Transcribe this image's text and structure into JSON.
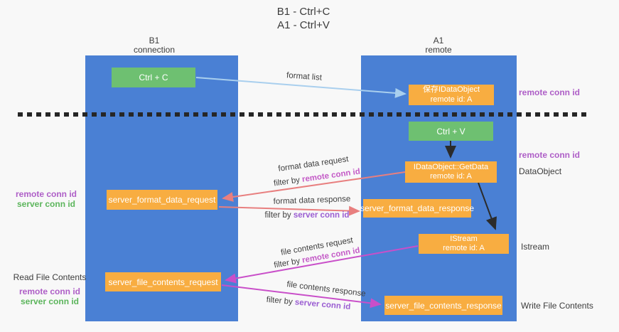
{
  "title": {
    "line1": "B1 - Ctrl+C",
    "line2": "A1 - Ctrl+V"
  },
  "lanes": {
    "left": {
      "title": "B1",
      "subtitle": "connection"
    },
    "right": {
      "title": "A1",
      "subtitle": "remote"
    }
  },
  "nodes": {
    "ctrl_c": {
      "label": "Ctrl + C"
    },
    "saved_dataobject": {
      "line1": "保存IDataObject",
      "line2": "remote id: A"
    },
    "ctrl_v": {
      "label": "Ctrl + V"
    },
    "getdata": {
      "line1": "IDataObject::GetData",
      "line2": "remote id: A"
    },
    "server_format_data_request": {
      "label": "server_format_data_request"
    },
    "server_format_data_response": {
      "label": "server_format_data_response"
    },
    "istream": {
      "line1": "IStream",
      "line2": "remote id: A"
    },
    "server_file_contents_request": {
      "label": "server_file_contents_request"
    },
    "server_file_contents_response": {
      "label": "server_file_contents_response"
    }
  },
  "edges": {
    "format_list": {
      "label": "format list"
    },
    "format_data_request": {
      "label": "format data request",
      "filter_prefix": "filter by ",
      "filter_id": "remote conn id"
    },
    "format_data_response": {
      "label": "format data response",
      "filter_prefix": "filter by ",
      "filter_id": "server conn id"
    },
    "file_contents_request": {
      "label": "file contents request",
      "filter_prefix": "filter by ",
      "filter_id": "remote conn id"
    },
    "file_contents_response": {
      "label": "file contents response",
      "filter_prefix": "filter by ",
      "filter_id": "server conn id"
    }
  },
  "annotations": {
    "right_remote_conn_id_top": "remote conn id",
    "right_remote_conn_id_mid": "remote conn id",
    "dataobject": "DataObject",
    "istream": "Istream",
    "write_file_contents": "Write File Contents",
    "left_remote_conn_id_1": "remote conn id",
    "left_server_conn_id_1": "server conn id",
    "read_file_contents": "Read File Contents",
    "left_remote_conn_id_2": "remote conn id",
    "left_server_conn_id_2": "server conn id"
  },
  "colors": {
    "lane_blue": "#4a80d4",
    "node_green": "#6ec071",
    "node_orange": "#f8ad41",
    "remote_conn_purple": "#ae5ec7",
    "server_conn_green": "#5cb55c",
    "filter_remote_magenta": "#c45bc7",
    "filter_server_purple": "#9b5ed2",
    "arrow_lightblue": "#a9cfee",
    "arrow_black": "#2b2b2b",
    "arrow_salmon": "#e87f7f",
    "arrow_magenta": "#c94fc9"
  }
}
